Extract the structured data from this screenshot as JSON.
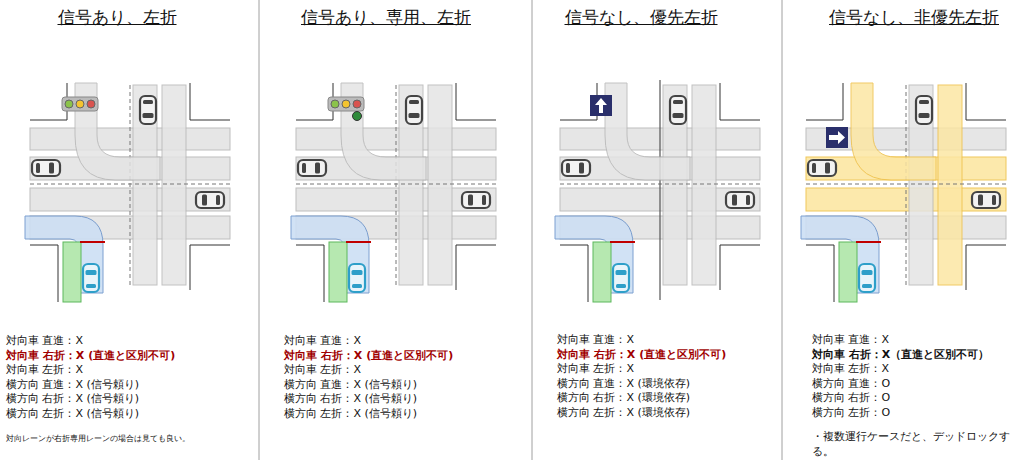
{
  "diagram": {
    "labels": [
      "信号あり、左折",
      "対向車 直進：X",
      "対向車 右折：X (直進と区別不可)",
      "対向車 左折：X",
      "横方向 直進：X (信号頼り)",
      "横方向 右折：X (信号頼り)",
      "横方向 左折：X (信号頼り)",
      "対向レーンが右折専用レーンの場合は見ても良い。",
      "信号あり、専用、左折",
      "対向車 直進：X",
      "対向車 右折：X (直進と区別不可)",
      "対向車 左折：X",
      "横方向 直進：X (信号頼り)",
      "横方向 右折：X (信号頼り)",
      "横方向 左折：X (信号頼り)",
      "信号なし、優先左折",
      "対向車 直進：X",
      "対向車 右折：X  (直進と区別不可)",
      "対向車 左折：X",
      "横方向 直進：X (環境依存)",
      "横方向 右折：X (環境依存)",
      "横方向 左折：X (環境依存)",
      "信号なし、非優先左折",
      "対向車 直進：X",
      "対向車 右折：X（直進と区別不可）",
      "対向車 左折：X",
      "横方向 直進：O",
      "横方向 右折：O",
      "横方向 左折：O",
      "・複数運行ケースだと、デッドロックする。"
    ]
  }
}
